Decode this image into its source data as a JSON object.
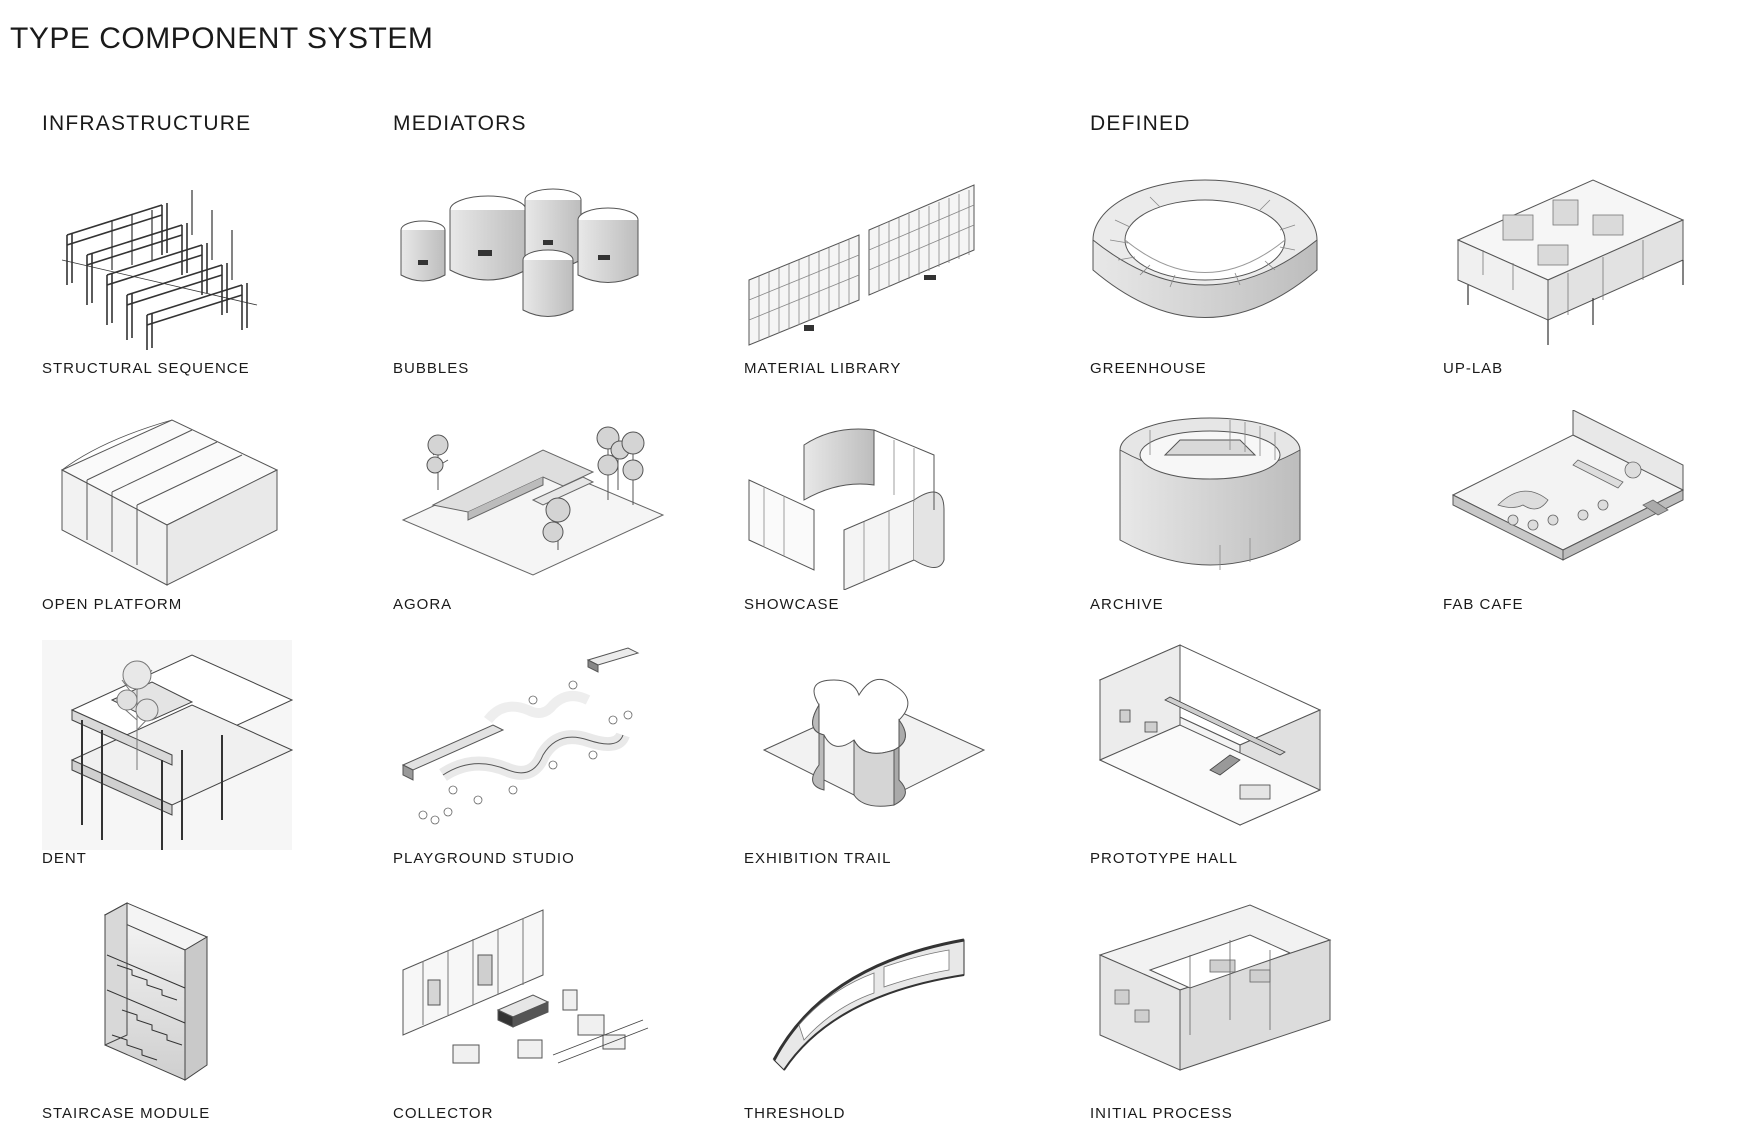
{
  "title": "TYPE COMPONENT SYSTEM",
  "categories": [
    {
      "id": "infrastructure",
      "label": "INFRASTRUCTURE"
    },
    {
      "id": "mediators",
      "label": "MEDIATORS"
    },
    {
      "id": "defined",
      "label": "DEFINED"
    }
  ],
  "components": [
    {
      "label": "STRUCTURAL SEQUENCE",
      "category": "INFRASTRUCTURE",
      "icon": "frame-grid"
    },
    {
      "label": "OPEN PLATFORM",
      "category": "INFRASTRUCTURE",
      "icon": "open-shed"
    },
    {
      "label": "DENT",
      "category": "INFRASTRUCTURE",
      "icon": "slab-stack"
    },
    {
      "label": "STAIRCASE MODULE",
      "category": "INFRASTRUCTURE",
      "icon": "stair-tower"
    },
    {
      "label": "BUBBLES",
      "category": "MEDIATORS",
      "icon": "pods"
    },
    {
      "label": "AGORA",
      "category": "MEDIATORS",
      "icon": "courtyard-trees"
    },
    {
      "label": "PLAYGROUND STUDIO",
      "category": "MEDIATORS",
      "icon": "curved-tables"
    },
    {
      "label": "COLLECTOR",
      "category": "MEDIATORS",
      "icon": "bays-truck"
    },
    {
      "label": "MATERIAL LIBRARY",
      "category": "MEDIATORS",
      "icon": "shelf-walls"
    },
    {
      "label": "SHOWCASE",
      "category": "MEDIATORS",
      "icon": "curved-panels"
    },
    {
      "label": "EXHIBITION TRAIL",
      "category": "MEDIATORS",
      "icon": "blob-walls"
    },
    {
      "label": "THRESHOLD",
      "category": "MEDIATORS",
      "icon": "curved-wall"
    },
    {
      "label": "GREENHOUSE",
      "category": "DEFINED",
      "icon": "ring"
    },
    {
      "label": "ARCHIVE",
      "category": "DEFINED",
      "icon": "cylinder"
    },
    {
      "label": "PROTOTYPE HALL",
      "category": "DEFINED",
      "icon": "hall-box"
    },
    {
      "label": "INITIAL PROCESS",
      "category": "DEFINED",
      "icon": "workshop-box"
    },
    {
      "label": "UP-LAB",
      "category": "DEFINED",
      "icon": "raised-box"
    },
    {
      "label": "FAB CAFE",
      "category": "DEFINED",
      "icon": "cafe-floor"
    }
  ]
}
